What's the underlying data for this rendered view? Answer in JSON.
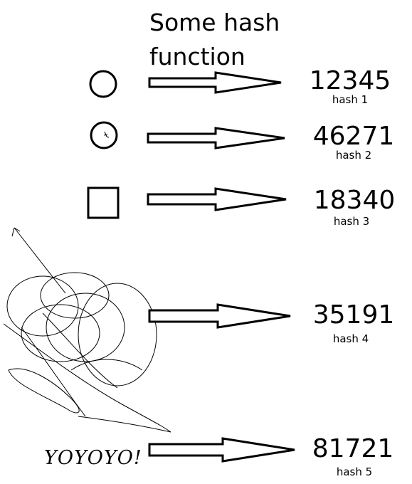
{
  "title": "Some hash function",
  "inputs": [
    {
      "shape": "circle-icon"
    },
    {
      "shape": "dotted-circle-icon"
    },
    {
      "shape": "square-icon"
    },
    {
      "shape": "scribble-icon"
    },
    {
      "shape": "text",
      "text": "YOYOYO!"
    }
  ],
  "outputs": [
    {
      "value": "12345",
      "label": "hash 1"
    },
    {
      "value": "46271",
      "label": "hash 2"
    },
    {
      "value": "18340",
      "label": "hash 3"
    },
    {
      "value": "35191",
      "label": "hash 4"
    },
    {
      "value": "81721",
      "label": "hash 5"
    }
  ],
  "colors": {
    "ink": "#000000",
    "background": "#ffffff"
  }
}
